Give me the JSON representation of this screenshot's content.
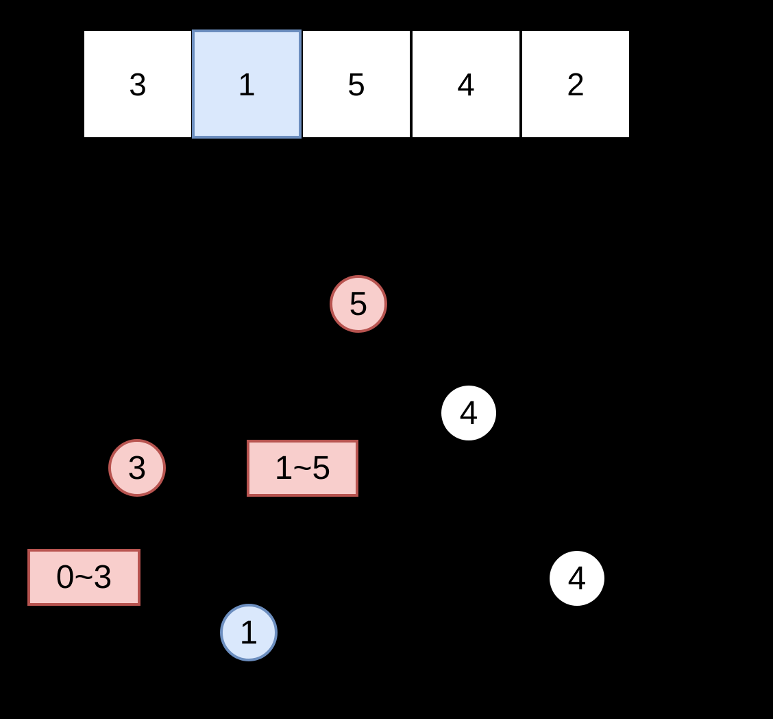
{
  "array": {
    "cells": [
      {
        "value": "3",
        "state": "normal"
      },
      {
        "value": "1",
        "state": "highlighted"
      },
      {
        "value": "5",
        "state": "normal"
      },
      {
        "value": "4",
        "state": "normal"
      },
      {
        "value": "2",
        "state": "normal"
      }
    ]
  },
  "tree": {
    "nodes": [
      {
        "label": "5",
        "shape": "circle",
        "style": "red-visited"
      },
      {
        "label": "4",
        "shape": "circle",
        "style": "white-plain"
      },
      {
        "label": "3",
        "shape": "circle",
        "style": "red-visited"
      },
      {
        "label": "1~5",
        "shape": "rect",
        "style": "red-range"
      },
      {
        "label": "0~3",
        "shape": "rect",
        "style": "red-range"
      },
      {
        "label": "4",
        "shape": "circle",
        "style": "white-plain"
      },
      {
        "label": "1",
        "shape": "circle",
        "style": "blue-current"
      }
    ]
  },
  "colors": {
    "background": "#000000",
    "red_fill": "#f8cecc",
    "red_stroke": "#b85450",
    "blue_fill": "#dae8fc",
    "blue_stroke": "#6c8ebf",
    "white_fill": "#ffffff",
    "text": "#000000"
  }
}
